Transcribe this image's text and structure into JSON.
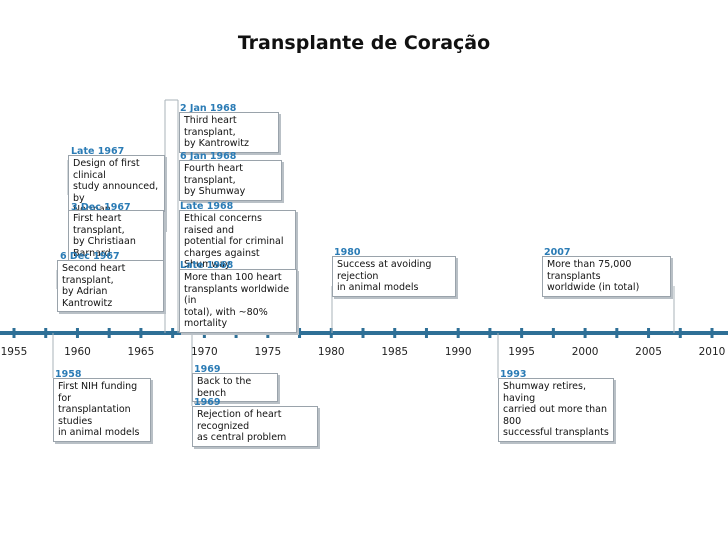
{
  "title": "Transplante de Coração",
  "colors": {
    "axis": "#2e6f96",
    "date": "#2a7bb5",
    "connector": "#aab3ba",
    "box_border": "#9aa3ab",
    "box_shadow": "#b9c0c6"
  },
  "axis": {
    "min": 1955,
    "max": 2010,
    "ticks": [
      "1955",
      "1960",
      "1965",
      "1970",
      "1975",
      "1980",
      "1985",
      "1990",
      "1995",
      "2000",
      "2005",
      "2010"
    ]
  },
  "events": [
    {
      "date": "2 Jan 1968",
      "text": "Third heart transplant,\nby Kantrowitz",
      "year": 1968.0
    },
    {
      "date": "6 Jan 1968",
      "text": "Fourth heart transplant,\nby Shumway",
      "year": 1968.0
    },
    {
      "date": "Late 1967",
      "text": "Design of first clinical\nstudy announced, by\nNorman Shumway",
      "year": 1967.8
    },
    {
      "date": "Late 1968",
      "text": "Ethical concerns raised and\npotential for criminal\ncharges against Shumway",
      "year": 1968.8
    },
    {
      "date": "3 Dec 1967",
      "text": "First heart transplant,\nby Christiaan Barnard",
      "year": 1967.9
    },
    {
      "date": "6 Dec 1967",
      "text": "Second heart transplant,\nby Adrian Kantrowitz",
      "year": 1967.9
    },
    {
      "date": "Late 1968",
      "text": "More than 100 heart\ntransplants worldwide (in\ntotal), with ~80% mortality",
      "year": 1968.8
    },
    {
      "date": "1980",
      "text": "Success at avoiding rejection\nin animal models",
      "year": 1980
    },
    {
      "date": "2007",
      "text": "More than 75,000 transplants\nworldwide (in total)",
      "year": 2007
    },
    {
      "date": "1958",
      "text": "First NIH funding for\ntransplantation studies\nin animal models",
      "year": 1958
    },
    {
      "date": "1969",
      "text": "Back to the bench",
      "year": 1969
    },
    {
      "date": "1969",
      "text": "Rejection of heart recognized\nas central problem",
      "year": 1969
    },
    {
      "date": "1993",
      "text": "Shumway retires, having\ncarried out more than 800\nsuccessful transplants",
      "year": 1993
    }
  ]
}
